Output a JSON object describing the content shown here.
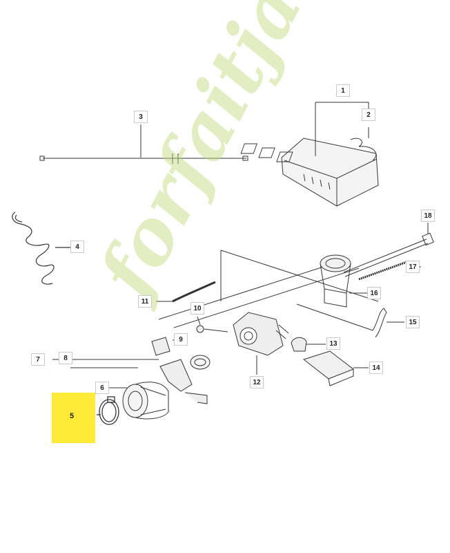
{
  "diagram": {
    "highlighted_part": "5",
    "callouts": {
      "c1": "1",
      "c2": "2",
      "c3": "3",
      "c4": "4",
      "c6": "6",
      "c7": "7",
      "c8": "8",
      "c9": "9",
      "c10": "10",
      "c11": "11",
      "c12": "12",
      "c13": "13",
      "c14": "14",
      "c15": "15",
      "c16": "16",
      "c17": "17",
      "c18": "18"
    },
    "highlight_color": "#ffea3a",
    "line_color": "#333333"
  },
  "watermark": {
    "text": "forfaitjardin.com"
  }
}
